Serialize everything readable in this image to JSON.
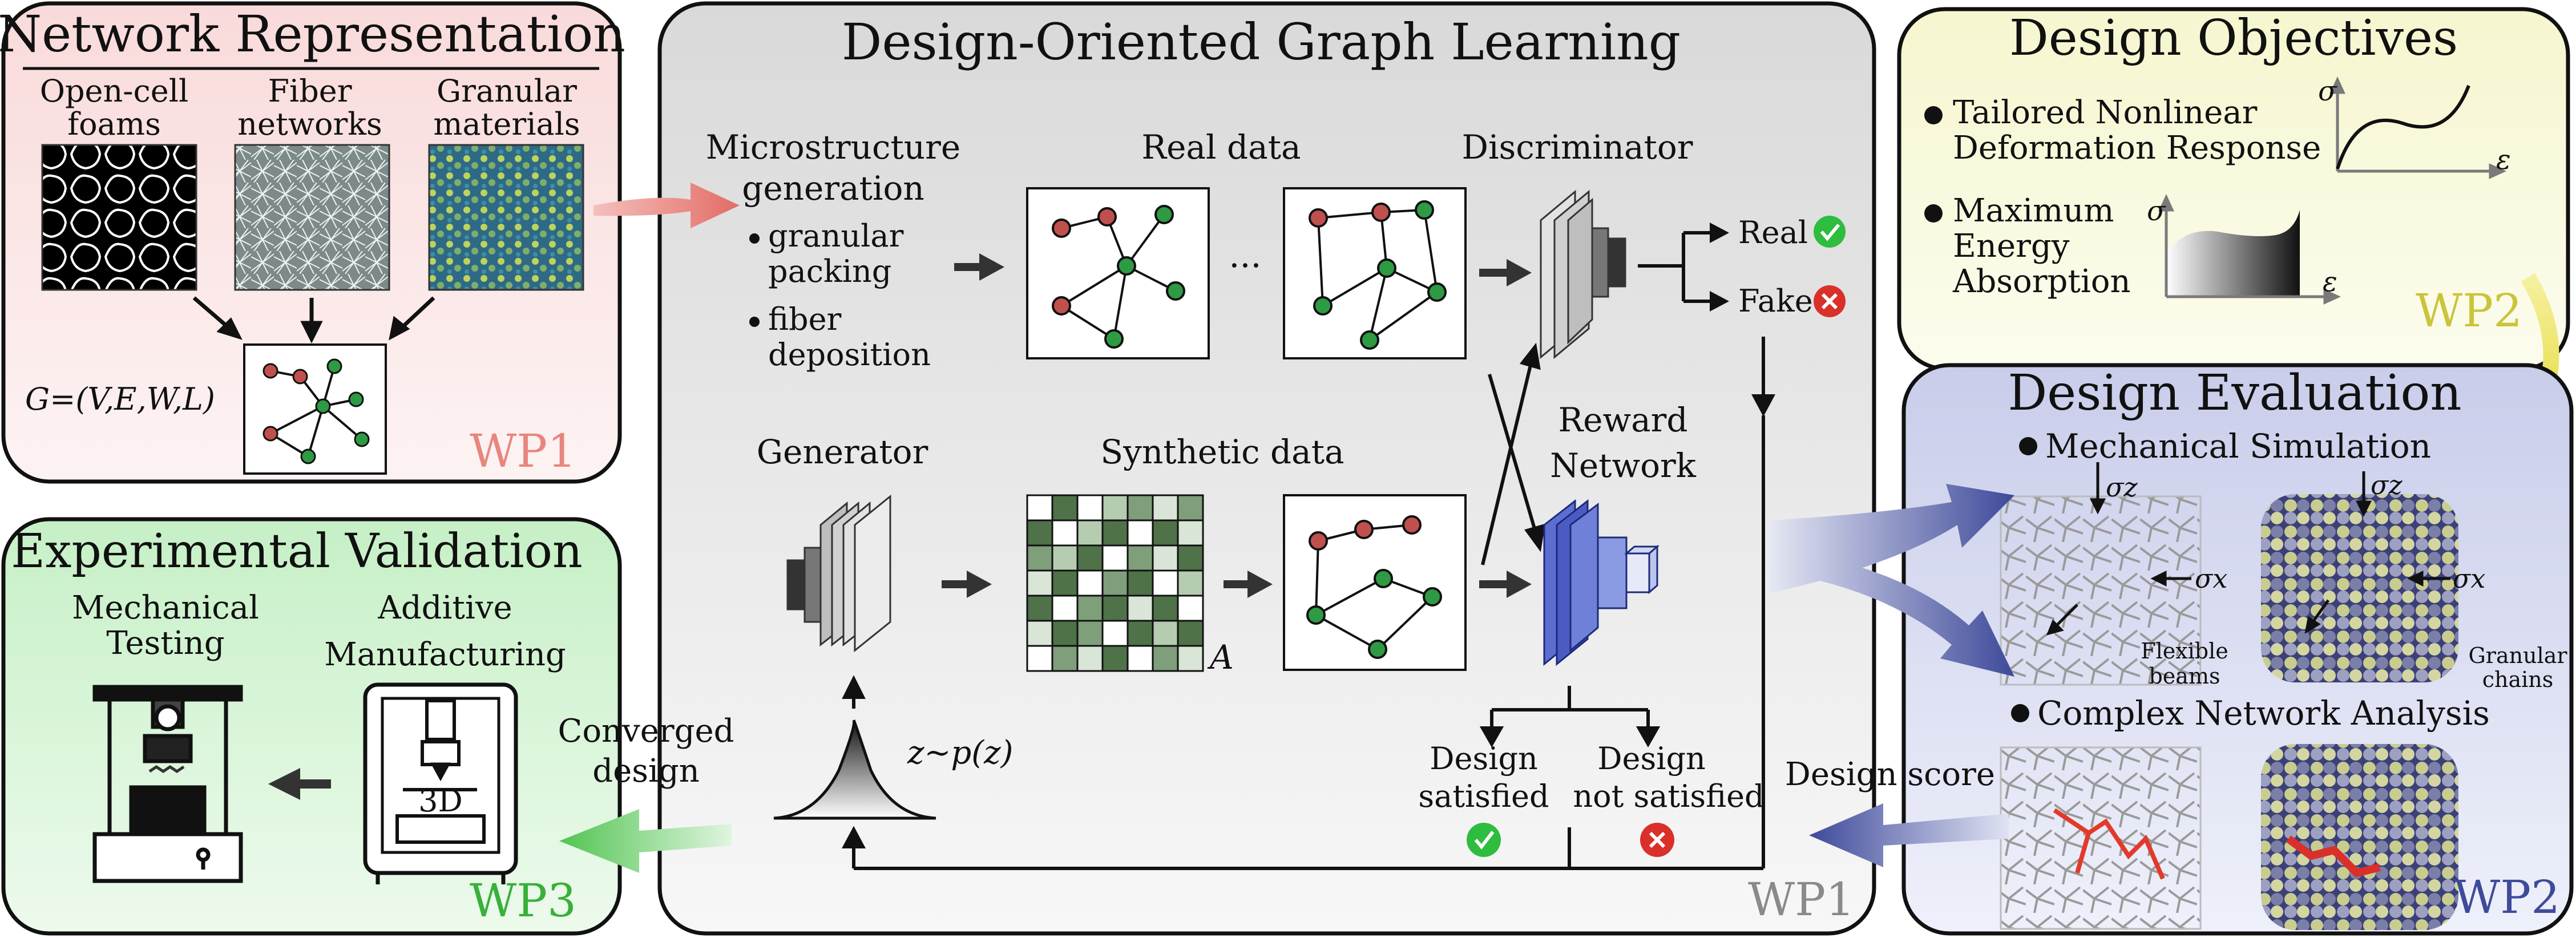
{
  "panels": {
    "network": {
      "title": "Network Representation",
      "items": [
        {
          "line1": "Open-cell",
          "line2": "foams"
        },
        {
          "line1": "Fiber",
          "line2": "networks"
        },
        {
          "line1": "Granular",
          "line2": "materials"
        }
      ],
      "graph_formula": "G=(V,E,W,L)",
      "wp": "WP1"
    },
    "learning": {
      "title": "Design-Oriented Graph Learning",
      "microstructure_line1": "Microstructure",
      "microstructure_line2": "generation",
      "bullet1_line1": "granular",
      "bullet1_line2": "packing",
      "bullet2_line1": "fiber",
      "bullet2_line2": "deposition",
      "real_data": "Real  data",
      "ellipsis": "···",
      "discriminator": "Discriminator",
      "real_label": "Real",
      "fake_label": "Fake",
      "generator": "Generator",
      "synthetic_data": "Synthetic  data",
      "matrix_label": "A",
      "reward_line1": "Reward",
      "reward_line2": "Network",
      "latent": "z~p(z)",
      "satisfied_line1": "Design",
      "satisfied_line2": "satisfied",
      "not_satisfied_line1": "Design",
      "not_satisfied_line2": "not  satisfied",
      "wp": "WP1"
    },
    "objectives": {
      "title": "Design  Objectives",
      "obj1_line1": "Tailored Nonlinear",
      "obj1_line2": "Deformation Response",
      "obj2_line1": "Maximum",
      "obj2_line2": "Energy",
      "obj2_line3": "Absorption",
      "sigma": "σ",
      "epsilon": "ε",
      "wp": "WP2"
    },
    "evaluation": {
      "title": "Design  Evaluation",
      "mech_sim": "Mechanical  Simulation",
      "network_analysis": "Complex Network Analysis",
      "sigma_z": "σz",
      "sigma_x": "σx",
      "flexible_line1": "Flexible",
      "flexible_line2": "beams",
      "granular_line1": "Granular",
      "granular_line2": "chains",
      "wp": "WP2"
    },
    "validation": {
      "title": "Experimental  Validation",
      "mech_line1": "Mechanical",
      "mech_line2": "Testing",
      "add_line1": "Additive",
      "add_line2": "Manufacturing",
      "printer_label": "3D",
      "wp": "WP3"
    }
  },
  "flows": {
    "converged_line1": "Converged",
    "converged_line2": "design",
    "design_score": "Design  score"
  },
  "colors": {
    "wp1": "#e8867e",
    "wp2_yellow": "#c9c53a",
    "wp2_blue": "#3e4a9a",
    "wp3": "#39b039",
    "node_red": "#c0504d",
    "node_green": "#2e9a44"
  }
}
